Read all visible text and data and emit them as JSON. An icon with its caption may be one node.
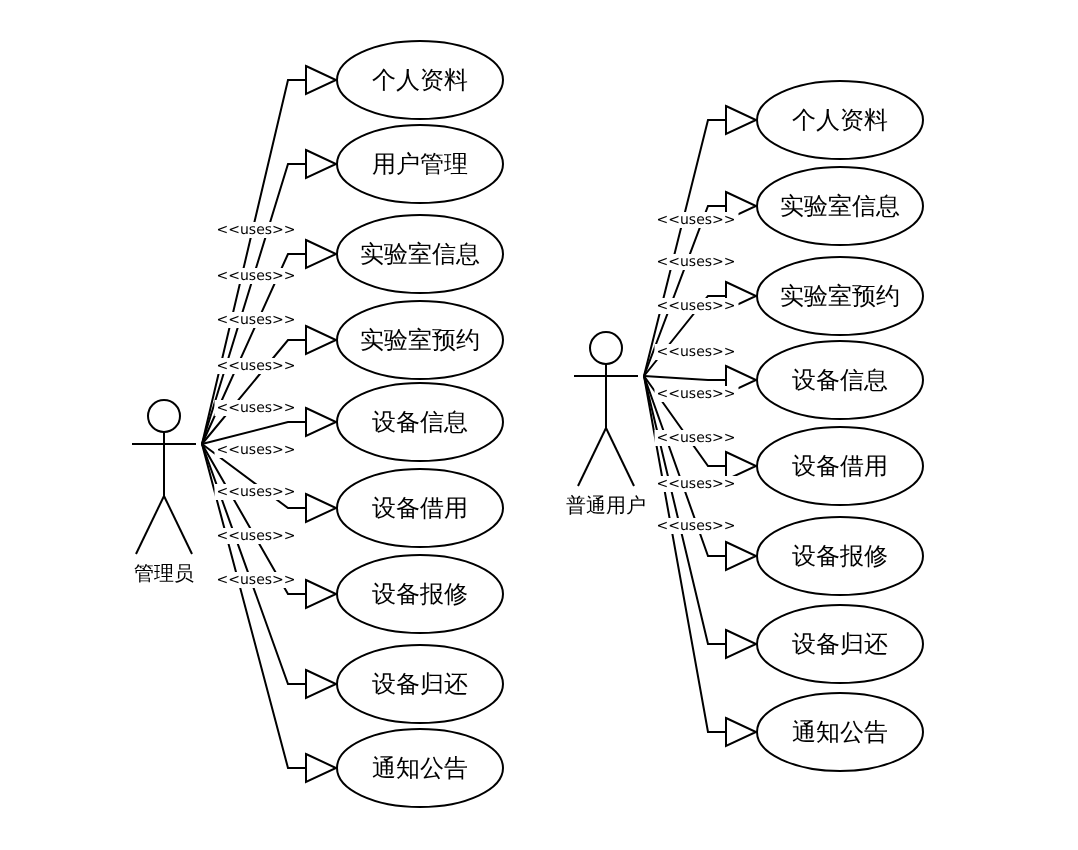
{
  "diagram": {
    "nodes": [
      {
        "text": [
          "管理员"
        ]
      },
      {
        "text": [
          "个人资料"
        ]
      },
      {
        "text": [
          "用户管理"
        ]
      },
      {
        "text": [
          "实验室信息"
        ]
      },
      {
        "text": [
          "实验室预约"
        ]
      },
      {
        "text": [
          "设备信息"
        ]
      },
      {
        "text": [
          "设备借用"
        ]
      },
      {
        "text": [
          "设备报修"
        ]
      },
      {
        "text": [
          "设备归还"
        ]
      },
      {
        "text": [
          "通知公告"
        ]
      },
      {
        "text": [
          "普通用户"
        ]
      },
      {
        "text": [
          "个人资料"
        ]
      },
      {
        "text": [
          "实验室信息"
        ]
      },
      {
        "text": [
          "实验室预约"
        ]
      },
      {
        "text": [
          "设备信息"
        ]
      },
      {
        "text": [
          "设备借用"
        ]
      },
      {
        "text": [
          "设备报修"
        ]
      },
      {
        "text": [
          "设备归还"
        ]
      },
      {
        "text": [
          "通知公告"
        ]
      }
    ],
    "edges": [
      {
        "from": 0,
        "to": 1,
        "arrow": "to",
        "label": "<<uses>>"
      },
      {
        "from": 0,
        "to": 2,
        "arrow": "to",
        "label": "<<uses>>"
      },
      {
        "from": 0,
        "to": 3,
        "arrow": "to",
        "label": "<<uses>>"
      },
      {
        "from": 0,
        "to": 4,
        "arrow": "to",
        "label": "<<uses>>"
      },
      {
        "from": 0,
        "to": 5,
        "arrow": "to",
        "label": "<<uses>>"
      },
      {
        "from": 0,
        "to": 6,
        "arrow": "to",
        "label": "<<uses>>"
      },
      {
        "from": 0,
        "to": 7,
        "arrow": "to",
        "label": "<<uses>>"
      },
      {
        "from": 0,
        "to": 8,
        "arrow": "to",
        "label": "<<uses>>"
      },
      {
        "from": 0,
        "to": 9,
        "arrow": "to",
        "label": "<<uses>>"
      },
      {
        "from": 10,
        "to": 11,
        "arrow": "to",
        "label": "<<uses>>"
      },
      {
        "from": 10,
        "to": 12,
        "arrow": "to",
        "label": "<<uses>>"
      },
      {
        "from": 10,
        "to": 13,
        "arrow": "to",
        "label": "<<uses>>"
      },
      {
        "from": 10,
        "to": 14,
        "arrow": "to",
        "label": "<<uses>>"
      },
      {
        "from": 10,
        "to": 15,
        "arrow": "to",
        "label": "<<uses>>"
      },
      {
        "from": 10,
        "to": 16,
        "arrow": "to",
        "label": "<<uses>>"
      },
      {
        "from": 10,
        "to": 17,
        "arrow": "to",
        "label": "<<uses>>"
      },
      {
        "from": 10,
        "to": 18,
        "arrow": "to",
        "label": "<<uses>>"
      }
    ]
  }
}
